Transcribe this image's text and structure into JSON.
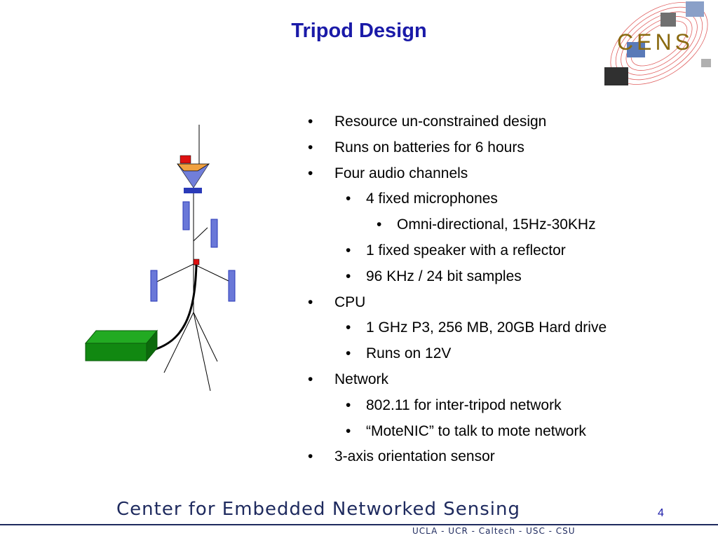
{
  "slide": {
    "title": "Tripod Design",
    "logo_text": "CENS",
    "page_number": "4"
  },
  "bullets": [
    {
      "level": 1,
      "text": "Resource un-constrained design"
    },
    {
      "level": 1,
      "text": "Runs on batteries for 6 hours"
    },
    {
      "level": 1,
      "text": "Four audio channels"
    },
    {
      "level": 2,
      "text": "4 fixed microphones"
    },
    {
      "level": 3,
      "text": "Omni-directional, 15Hz-30KHz"
    },
    {
      "level": 2,
      "text": "1 fixed speaker with a reflector"
    },
    {
      "level": 2,
      "text": "96 KHz / 24 bit samples"
    },
    {
      "level": 1,
      "text": "CPU"
    },
    {
      "level": 2,
      "text": "1 GHz P3, 256 MB, 20GB Hard drive"
    },
    {
      "level": 2,
      "text": "Runs on 12V"
    },
    {
      "level": 1,
      "text": "Network"
    },
    {
      "level": 2,
      "text": "802.11 for inter-tripod network"
    },
    {
      "level": 2,
      "text": "“MoteNIC” to talk to mote network"
    },
    {
      "level": 1,
      "text": "3-axis orientation sensor"
    }
  ],
  "bullet_glyph": "•",
  "footer": {
    "title": "Center for Embedded Networked Sensing",
    "subtitle": "UCLA - UCR - Caltech - USC - CSU"
  },
  "colors": {
    "title": "#1a1aa8",
    "microphone": "#6a78d8",
    "battery": "#118811",
    "speaker": "#f0a040",
    "marker": "#dd1111",
    "footer": "#1e2a5e"
  }
}
